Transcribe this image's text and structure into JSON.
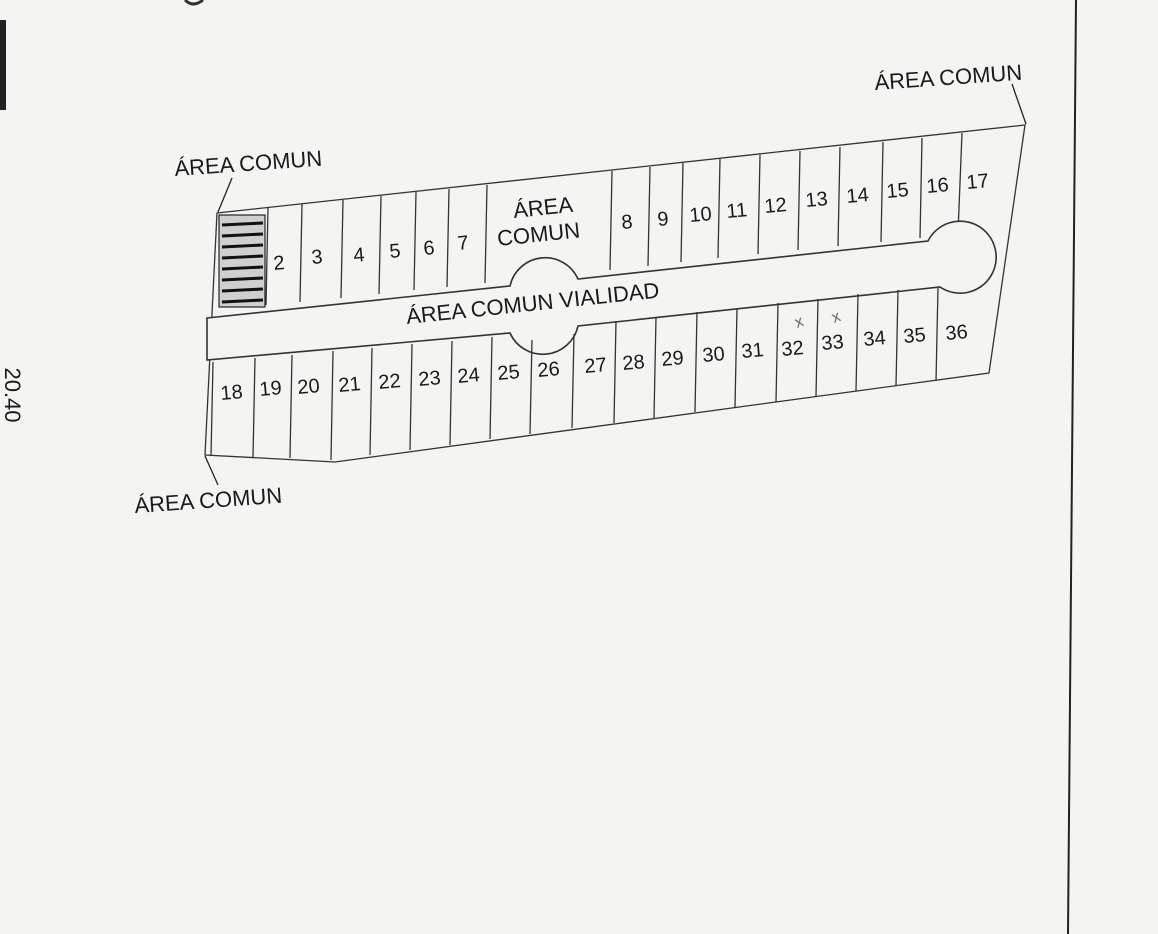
{
  "plan": {
    "dimension_label": "20.40",
    "callouts": {
      "top_left": "ÁREA COMUN",
      "top_right": "ÁREA COMUN",
      "bottom_left": "ÁREA COMUN",
      "center_line1": "ÁREA",
      "center_line2": "COMUN",
      "road": "ÁREA COMUN VIALIDAD"
    },
    "north_lots": [
      "2",
      "3",
      "4",
      "5",
      "6",
      "7",
      "8",
      "9",
      "10",
      "11",
      "12",
      "13",
      "14",
      "15",
      "16",
      "17"
    ],
    "south_lots": [
      "18",
      "19",
      "20",
      "21",
      "22",
      "23",
      "24",
      "25",
      "26",
      "27",
      "28",
      "29",
      "30",
      "31",
      "32",
      "33",
      "34",
      "35",
      "36"
    ],
    "cross_marks": [
      "x",
      "x"
    ]
  }
}
